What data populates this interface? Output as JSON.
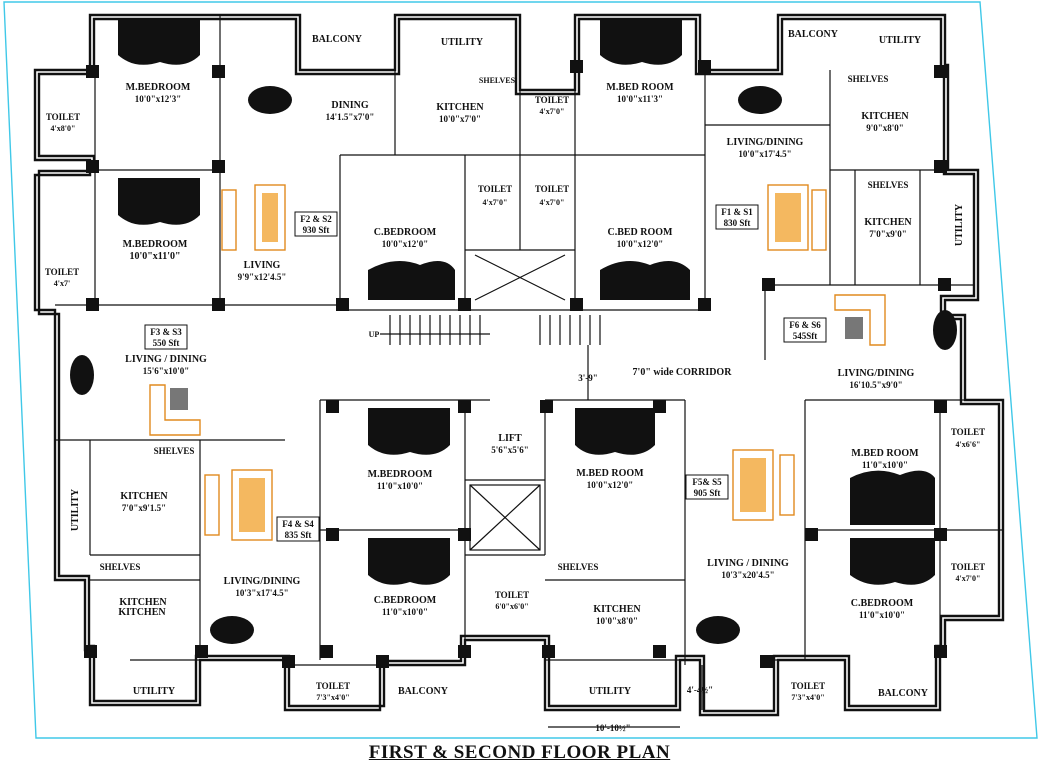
{
  "drawing": {
    "title": "FIRST & SECOND  FLOOR PLAN",
    "colors": {
      "wall": "#111111",
      "furniture": "#e08a1e",
      "frame": "#40c8e8",
      "paper": "#ffffff"
    }
  },
  "units": [
    {
      "code": "F2 & S2",
      "area": "930 Sft"
    },
    {
      "code": "F1 & S1",
      "area": "830 Sft"
    },
    {
      "code": "F3 & S3",
      "area": "550 Sft"
    },
    {
      "code": "F6 & S6",
      "area": "545Sft"
    },
    {
      "code": "F4 & S4",
      "area": "835 Sft"
    },
    {
      "code": "F5& S5",
      "area": "905 Sft"
    }
  ],
  "rooms": {
    "tl_mbed": {
      "name": "M.BEDROOM",
      "size": "10'0\"x12'3\""
    },
    "tl_balcony": {
      "name": "BALCONY"
    },
    "tl_utility": {
      "name": "UTILITY"
    },
    "tl_shelves": {
      "name": "SHELVES"
    },
    "tl_dining": {
      "name": "DINING",
      "size": "14'1.5\"x7'0\""
    },
    "tl_kitchen": {
      "name": "KITCHEN",
      "size": "10'0\"x7'0\""
    },
    "tl_toilet1": {
      "name": "TOILET",
      "size": "4'x8'0\""
    },
    "tl_mbed2": {
      "name": "M.BEDROOM",
      "size": "10'0\"x11'0\""
    },
    "tl_toilet2": {
      "name": "TOILET",
      "size": "4'x7'"
    },
    "tl_living": {
      "name": "LIVING",
      "size": "9'9\"x12'4.5\""
    },
    "tl_cbed": {
      "name": "C.BEDROOM",
      "size": "10'0\"x12'0\""
    },
    "tl_toilet3": {
      "name": "TOILET",
      "size": "4'x7'0\""
    },
    "tr_toilet1": {
      "name": "TOILET",
      "size": "4'x7'0\""
    },
    "tr_mbed": {
      "name": "M.BED ROOM",
      "size": "10'0\"x11'3\""
    },
    "tr_balcony": {
      "name": "BALCONY"
    },
    "tr_utility": {
      "name": "UTILITY"
    },
    "tr_shelves1": {
      "name": "SHELVES"
    },
    "tr_kitchen1": {
      "name": "KITCHEN",
      "size": "9'0\"x8'0\""
    },
    "tr_livdin": {
      "name": "LIVING/DINING",
      "size": "10'0\"x17'4.5\""
    },
    "tr_toilet2": {
      "name": "TOILET",
      "size": "4'x7'0\""
    },
    "tr_cbed": {
      "name": "C.BED ROOM",
      "size": "10'0\"x12'0\""
    },
    "tr_shelves2": {
      "name": "SHELVES"
    },
    "tr_kitchen2": {
      "name": "KITCHEN",
      "size": "7'0\"x9'0\""
    },
    "tr_utility2": {
      "name": "UTILITY"
    },
    "l_livdin": {
      "name": "LIVING / DINING",
      "size": "15'6\"x10'0\""
    },
    "r_livdin": {
      "name": "LIVING/DINING",
      "size": "16'10.5\"x9'0\""
    },
    "corridor": {
      "name": "7'0\" wide CORRIDOR"
    },
    "stair_up": {
      "name": "UP"
    },
    "gap_dim": {
      "name": "3'-9\""
    },
    "lift": {
      "name": "LIFT",
      "size": "5'6\"x5'6\""
    },
    "bl_shelves1": {
      "name": "SHELVES"
    },
    "bl_utility": {
      "name": "UTILITY"
    },
    "bl_kitchen1": {
      "name": "KITCHEN",
      "size": "7'0\"x9'1.5\""
    },
    "bl_shelves2": {
      "name": "SHELVES"
    },
    "bl_kitchen2": {
      "name": "KITCHEN"
    },
    "bl_utility2": {
      "name": "UTILITY"
    },
    "bl_livdin": {
      "name": "LIVING/DINING",
      "size": "10'3\"x17'4.5\""
    },
    "bl_mbed": {
      "name": "M.BEDROOM",
      "size": "11'0\"x10'0\""
    },
    "bl_cbed": {
      "name": "C.BEDROOM",
      "size": "11'0\"x10'0\""
    },
    "bl_toilet1": {
      "name": "TOILET",
      "size": "6'0\"x6'0\""
    },
    "bl_toilet2": {
      "name": "TOILET",
      "size": "7'3\"x4'0\""
    },
    "bl_balcony": {
      "name": "BALCONY"
    },
    "br_mbed": {
      "name": "M.BED ROOM",
      "size": "10'0\"x12'0\""
    },
    "br_shelves": {
      "name": "SHELVES"
    },
    "br_kitchen": {
      "name": "KITCHEN",
      "size": "10'0\"x8'0\""
    },
    "br_utility": {
      "name": "UTILITY"
    },
    "br_livdin": {
      "name": "LIVING / DINING",
      "size": "10'3\"x20'4.5\""
    },
    "br_mbed2": {
      "name": "M.BED ROOM",
      "size": "11'0\"x10'0\""
    },
    "br_toilet1": {
      "name": "TOILET",
      "size": "4'x6'6\""
    },
    "br_toilet2": {
      "name": "TOILET",
      "size": "4'x7'0\""
    },
    "br_cbed": {
      "name": "C.BEDROOM",
      "size": "11'0\"x10'0\""
    },
    "br_toilet3": {
      "name": "TOILET",
      "size": "7'3\"x4'0\""
    },
    "br_balcony": {
      "name": "BALCONY"
    },
    "dim_bottom": {
      "name": "10'-10½\""
    },
    "dim_side": {
      "name": "4'-4½\""
    }
  }
}
